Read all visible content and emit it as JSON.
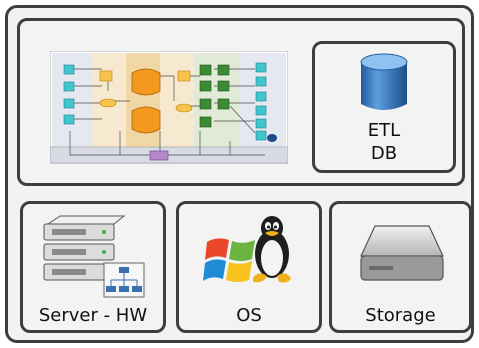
{
  "etl_db": {
    "line1": "ETL",
    "line2": "DB"
  },
  "server": {
    "label": "Server - HW"
  },
  "os": {
    "label": "OS"
  },
  "storage": {
    "label": "Storage"
  },
  "colors": {
    "frame": "#3e3e3e",
    "panel_bg": "#f3f3f3",
    "db_blue": "#3d7fc4",
    "flow_orange": "#f39a1e",
    "flow_green": "#3e8a34",
    "flow_cyan": "#3fc7cf"
  },
  "icons": [
    "etl-flow-diagram",
    "database-cylinder-icon",
    "server-rack-icon",
    "network-topology-icon",
    "windows-logo-icon",
    "tux-penguin-icon",
    "hard-drive-icon"
  ]
}
